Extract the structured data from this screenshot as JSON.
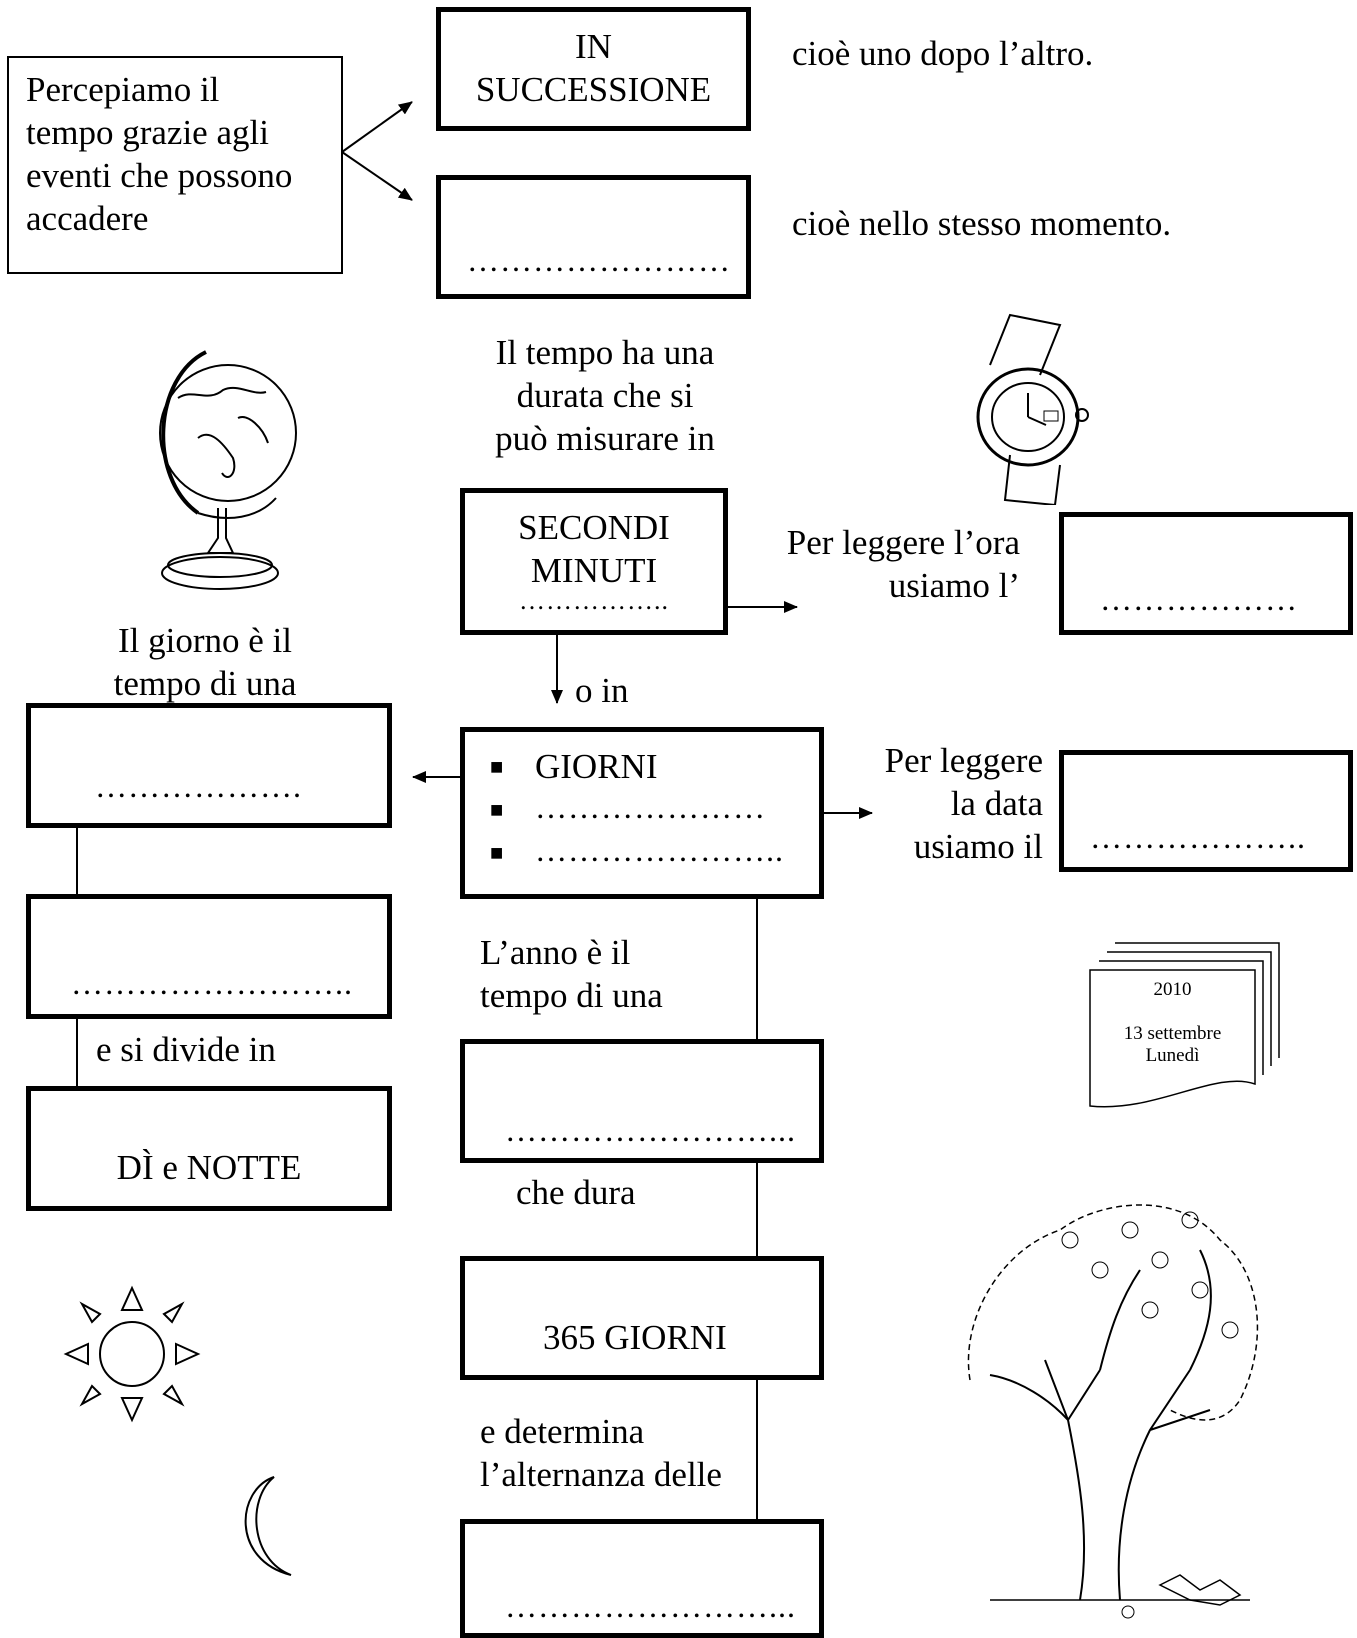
{
  "intro": {
    "lines": [
      "Percepiamo il",
      "tempo grazie agli",
      "eventi che possono",
      "accadere"
    ]
  },
  "succession": {
    "box_lines": [
      "IN",
      "SUCCESSIONE"
    ],
    "caption": "cioè uno dopo l’altro."
  },
  "simultaneity": {
    "blank": "……………………",
    "caption": "cioè nello stesso momento."
  },
  "duration": {
    "lines": [
      "Il tempo ha una",
      "durata che si",
      "può misurare in"
    ]
  },
  "units_box": {
    "lines": [
      "SECONDI",
      "MINUTI"
    ],
    "blank": "…………….."
  },
  "clock": {
    "label_lines": [
      "Per leggere l’ora",
      "usiamo l’"
    ],
    "blank": "………………"
  },
  "or_in": "o in",
  "days_box": {
    "items": [
      "GIORNI",
      "…………………",
      "………………….."
    ]
  },
  "calendar": {
    "label_lines": [
      "Per leggere",
      "la data",
      "usiamo il"
    ],
    "blank": "……………….."
  },
  "calendar_picture": {
    "year": "2010",
    "date": "13 settembre",
    "weekday": "Lunedì"
  },
  "day": {
    "label_lines": [
      "Il giorno è il",
      "tempo di una"
    ],
    "blank1": "……………….",
    "blank2": "……………………..",
    "divide_label": "e si divide in",
    "parts": "DÌ e NOTTE"
  },
  "year": {
    "label_lines": [
      "L’anno è il",
      "tempo di una"
    ],
    "blank": "……………………...",
    "lasts_label": "che dura",
    "length": "365 GIORNI",
    "determines_lines": [
      "e determina",
      "l’alternanza delle"
    ],
    "blank2": "……………………..."
  }
}
